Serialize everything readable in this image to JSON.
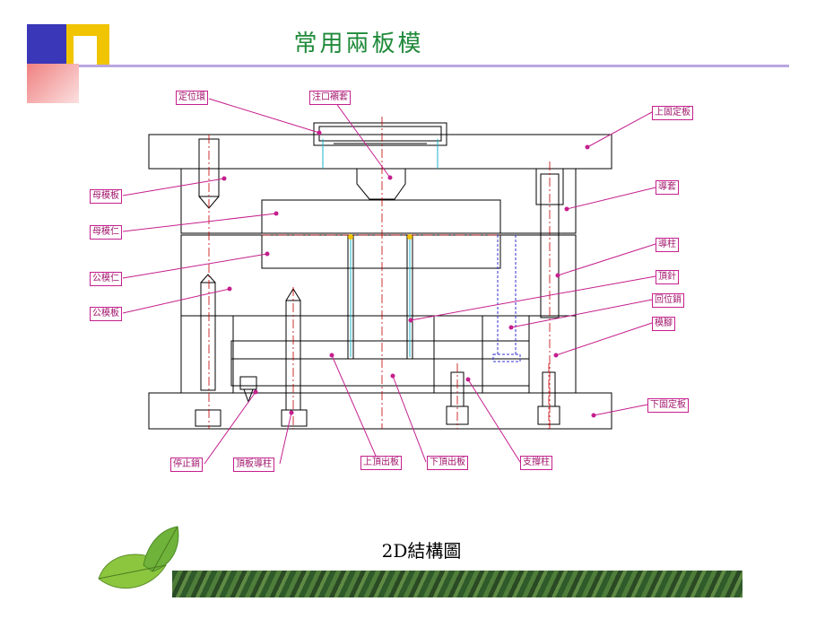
{
  "slide": {
    "title": "常用兩板模",
    "caption": "2D結構圖",
    "colors": {
      "title": "#1f8a3a",
      "label": "#a0136a",
      "leader": "#c51f8d",
      "rule": "#b9a6e0"
    }
  },
  "labels": {
    "locating_ring": "定位環",
    "sprue_bushing": "注口襯套",
    "top_clamp_plate": "上固定板",
    "cavity_plate": "母模板",
    "cavity_insert": "母模仁",
    "core_insert": "公模仁",
    "core_plate": "公模板",
    "guide_bushing": "導套",
    "guide_pin": "導柱",
    "ejector_pin": "頂針",
    "return_pin": "回位銷",
    "spacer_block": "模腳",
    "bottom_clamp_plate": "下固定板",
    "stop_pin": "停止銷",
    "ejector_guide_pin": "頂板導柱",
    "upper_ejector_plate": "上頂出板",
    "lower_ejector_plate": "下頂出板",
    "support_pillar": "支撐柱"
  },
  "decor": {
    "icons": [
      "corner-squares-icon",
      "leaf-icon",
      "grass-banner"
    ]
  }
}
